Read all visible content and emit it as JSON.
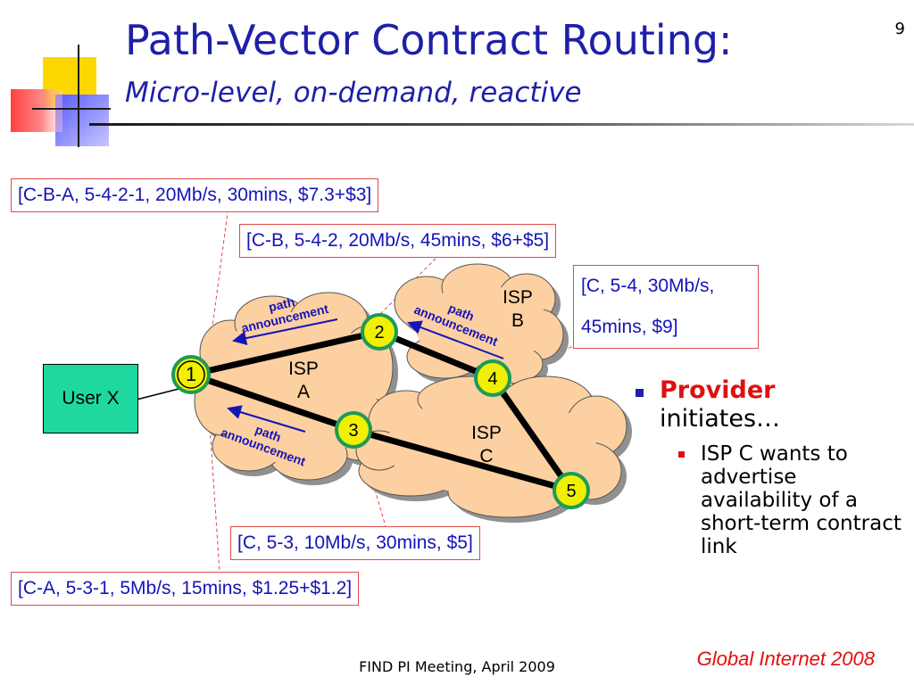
{
  "slide": {
    "number": "9",
    "title": "Path-Vector Contract Routing:",
    "subtitle": "Micro-level, on-demand, reactive"
  },
  "diagram": {
    "user_label": "User X",
    "isps": [
      {
        "name": "ISP",
        "letter": "A"
      },
      {
        "name": "ISP",
        "letter": "B"
      },
      {
        "name": "ISP",
        "letter": "C"
      }
    ],
    "nodes": [
      "1",
      "2",
      "3",
      "4",
      "5"
    ],
    "announcements": [
      {
        "line1": "path",
        "line2": "announcement"
      },
      {
        "line1": "path",
        "line2": "announcement"
      },
      {
        "line1": "path",
        "line2": "announcement"
      }
    ],
    "contract_labels": {
      "cba": "[C-B-A, 5-4-2-1, 20Mb/s, 30mins, $7.3+$3]",
      "cb": "[C-B, 5-4-2, 20Mb/s, 45mins, $6+$5]",
      "c_line1": "[C, 5-4, 30Mb/s,",
      "c_line2": "45mins, $9]",
      "c53": "[C, 5-3, 10Mb/s, 30mins, $5]",
      "ca": "[C-A, 5-3-1, 5Mb/s, 15mins, $1.25+$1.2]"
    }
  },
  "bullets": {
    "main_highlight": "Provider",
    "main_rest": "initiates…",
    "sub": "ISP C wants to advertise availability of a short-term contract link"
  },
  "footer": {
    "center": "FIND PI Meeting, April 2009",
    "right": "Global Internet 2008"
  },
  "colors": {
    "title": "#1f1fa8",
    "label_text": "#1414b8",
    "label_border": "#e24a4a",
    "cloud_fill": "#fcd0a0",
    "node_fill": "#f0f000",
    "node_ring": "#1c9a58",
    "user_fill": "#1ed8a0",
    "accent_red": "#e01010"
  }
}
